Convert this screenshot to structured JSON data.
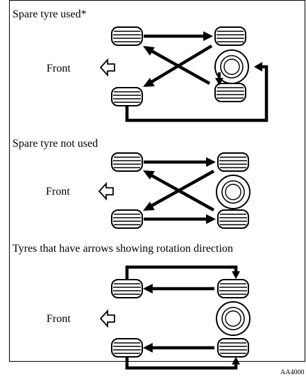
{
  "sections": [
    {
      "caption": "Spare tyre used*",
      "front_label": "Front"
    },
    {
      "caption": "Spare tyre not used",
      "front_label": "Front"
    },
    {
      "caption": "Tyres that have arrows showing rotation direction",
      "front_label": "Front"
    }
  ],
  "figure_code": "AA4000"
}
